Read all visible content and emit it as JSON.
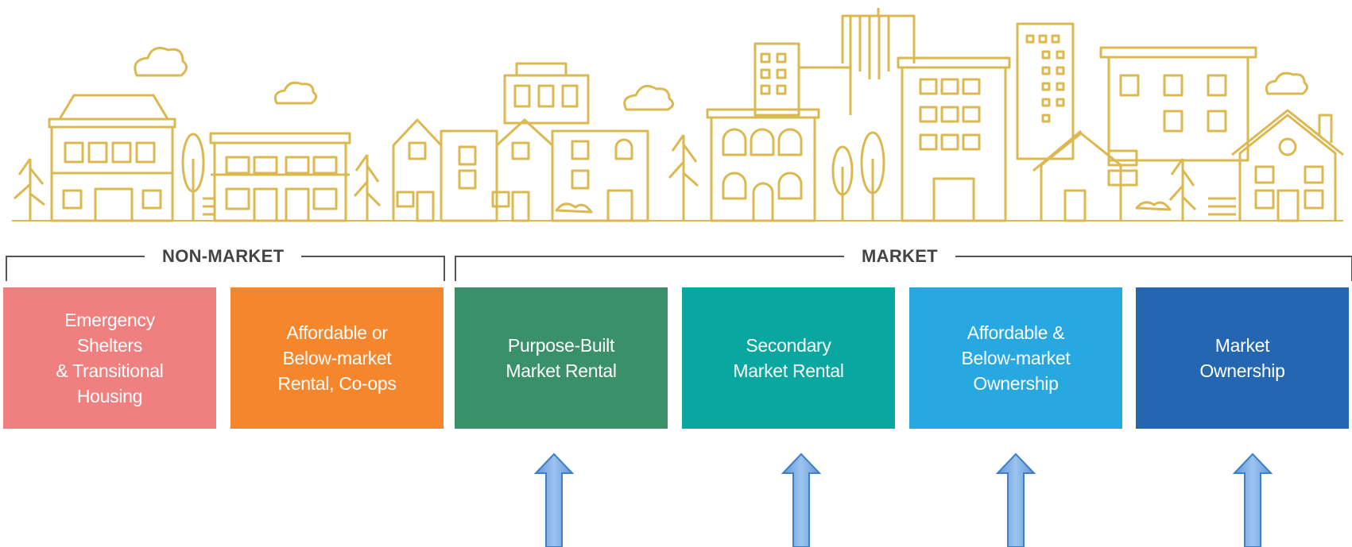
{
  "groups": {
    "non_market": "NON-MARKET",
    "market": "MARKET"
  },
  "categories": [
    {
      "label": "Emergency\nShelters\n& Transitional\nHousing",
      "color": "#f08080"
    },
    {
      "label": "Affordable or\nBelow-market\nRental, Co-ops",
      "color": "#f5862c"
    },
    {
      "label": "Purpose-Built\nMarket Rental",
      "color": "#3a9068"
    },
    {
      "label": "Secondary\nMarket Rental",
      "color": "#0aa6a0"
    },
    {
      "label": "Affordable &\nBelow-market\nOwnership",
      "color": "#27a8e0"
    },
    {
      "label": "Market\nOwnership",
      "color": "#2467b0"
    }
  ],
  "colors": {
    "line_art": "#dcb850",
    "bracket": "#555555",
    "arrow_fill": "#74a9e0",
    "arrow_stroke": "#3f7fc6"
  }
}
